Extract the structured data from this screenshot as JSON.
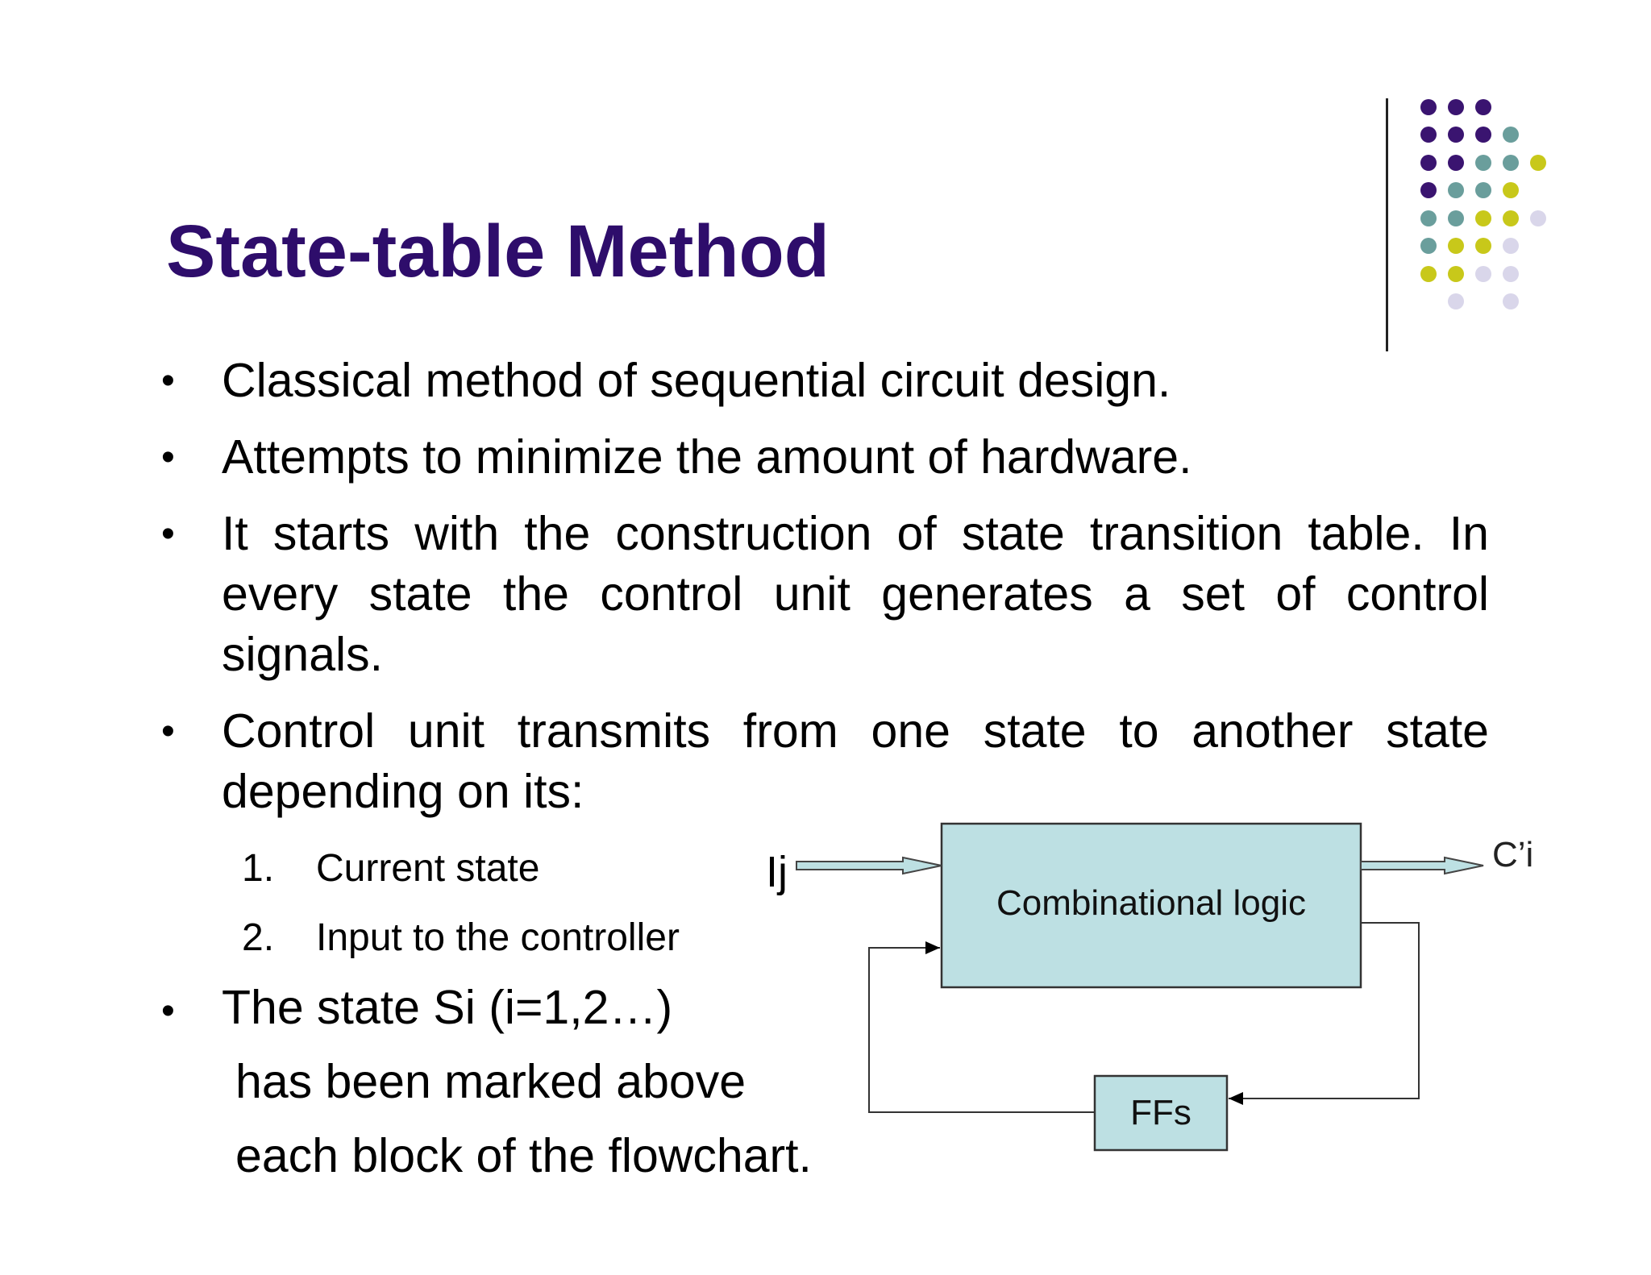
{
  "slide": {
    "title": "State-table Method",
    "bullets": [
      "Classical method of sequential circuit design.",
      "Attempts to minimize the amount of hardware.",
      "It starts with the construction of  state transition  table. In every state the control unit generates a set of control signals.",
      "Control unit transmits from one state to another state depending on its:"
    ],
    "numbered_items": [
      {
        "number": "1.",
        "text": "Current state"
      },
      {
        "number": "2.",
        "text": "Input to the controller"
      }
    ],
    "last_bullet": {
      "line1": "The state  Si (i=1,2…)",
      "line2": "has been marked above",
      "line3": "each block of the flowchart."
    },
    "bullet_symbol": "•"
  },
  "diagram": {
    "combinational_label": "Combinational logic",
    "ffs_label": "FFs",
    "input_label": "Ij",
    "output_label": "C’i"
  },
  "colors": {
    "title": "#2e0d6b",
    "dot_purple": "#3a1470",
    "dot_teal": "#6a9e9c",
    "dot_yellow": "#c8c81a",
    "dot_lavender": "#d9d6ea",
    "box_fill": "#bde0e3"
  }
}
